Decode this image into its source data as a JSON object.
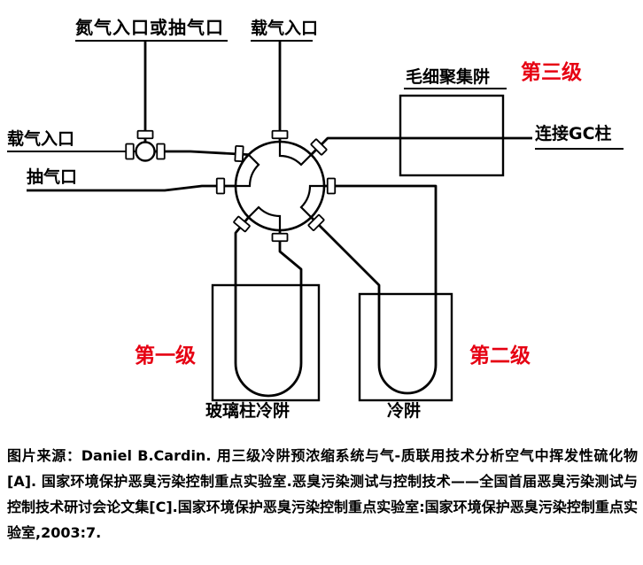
{
  "diagram": {
    "labels": {
      "nitrogen_or_pump_inlet": "氮气入口或抽气口",
      "carrier_gas_inlet_top": "载气入口",
      "carrier_gas_inlet_left": "载气入口",
      "pump_port": "抽气口",
      "capillary_trap": "毛细聚集阱",
      "stage_three": "第三级",
      "connect_gc_column": "连接GC柱",
      "stage_one": "第一级",
      "stage_two": "第二级",
      "glass_column_cold_trap": "玻璃柱冷阱",
      "cold_trap": "冷阱"
    },
    "colors": {
      "stage_label_red": "#e60012",
      "line_black": "#000000"
    }
  },
  "caption": {
    "source_text": "图片来源：Daniel B.Cardin. 用三级冷阱预浓缩系统与气-质联用技术分析空气中挥发性硫化物[A]. 国家环境保护恶臭污染控制重点实验室.恶臭污染测试与控制技术——全国首届恶臭污染测试与控制技术研讨会论文集[C].国家环境保护恶臭污染控制重点实验室:国家环境保护恶臭污染控制重点实验室,2003:7."
  }
}
